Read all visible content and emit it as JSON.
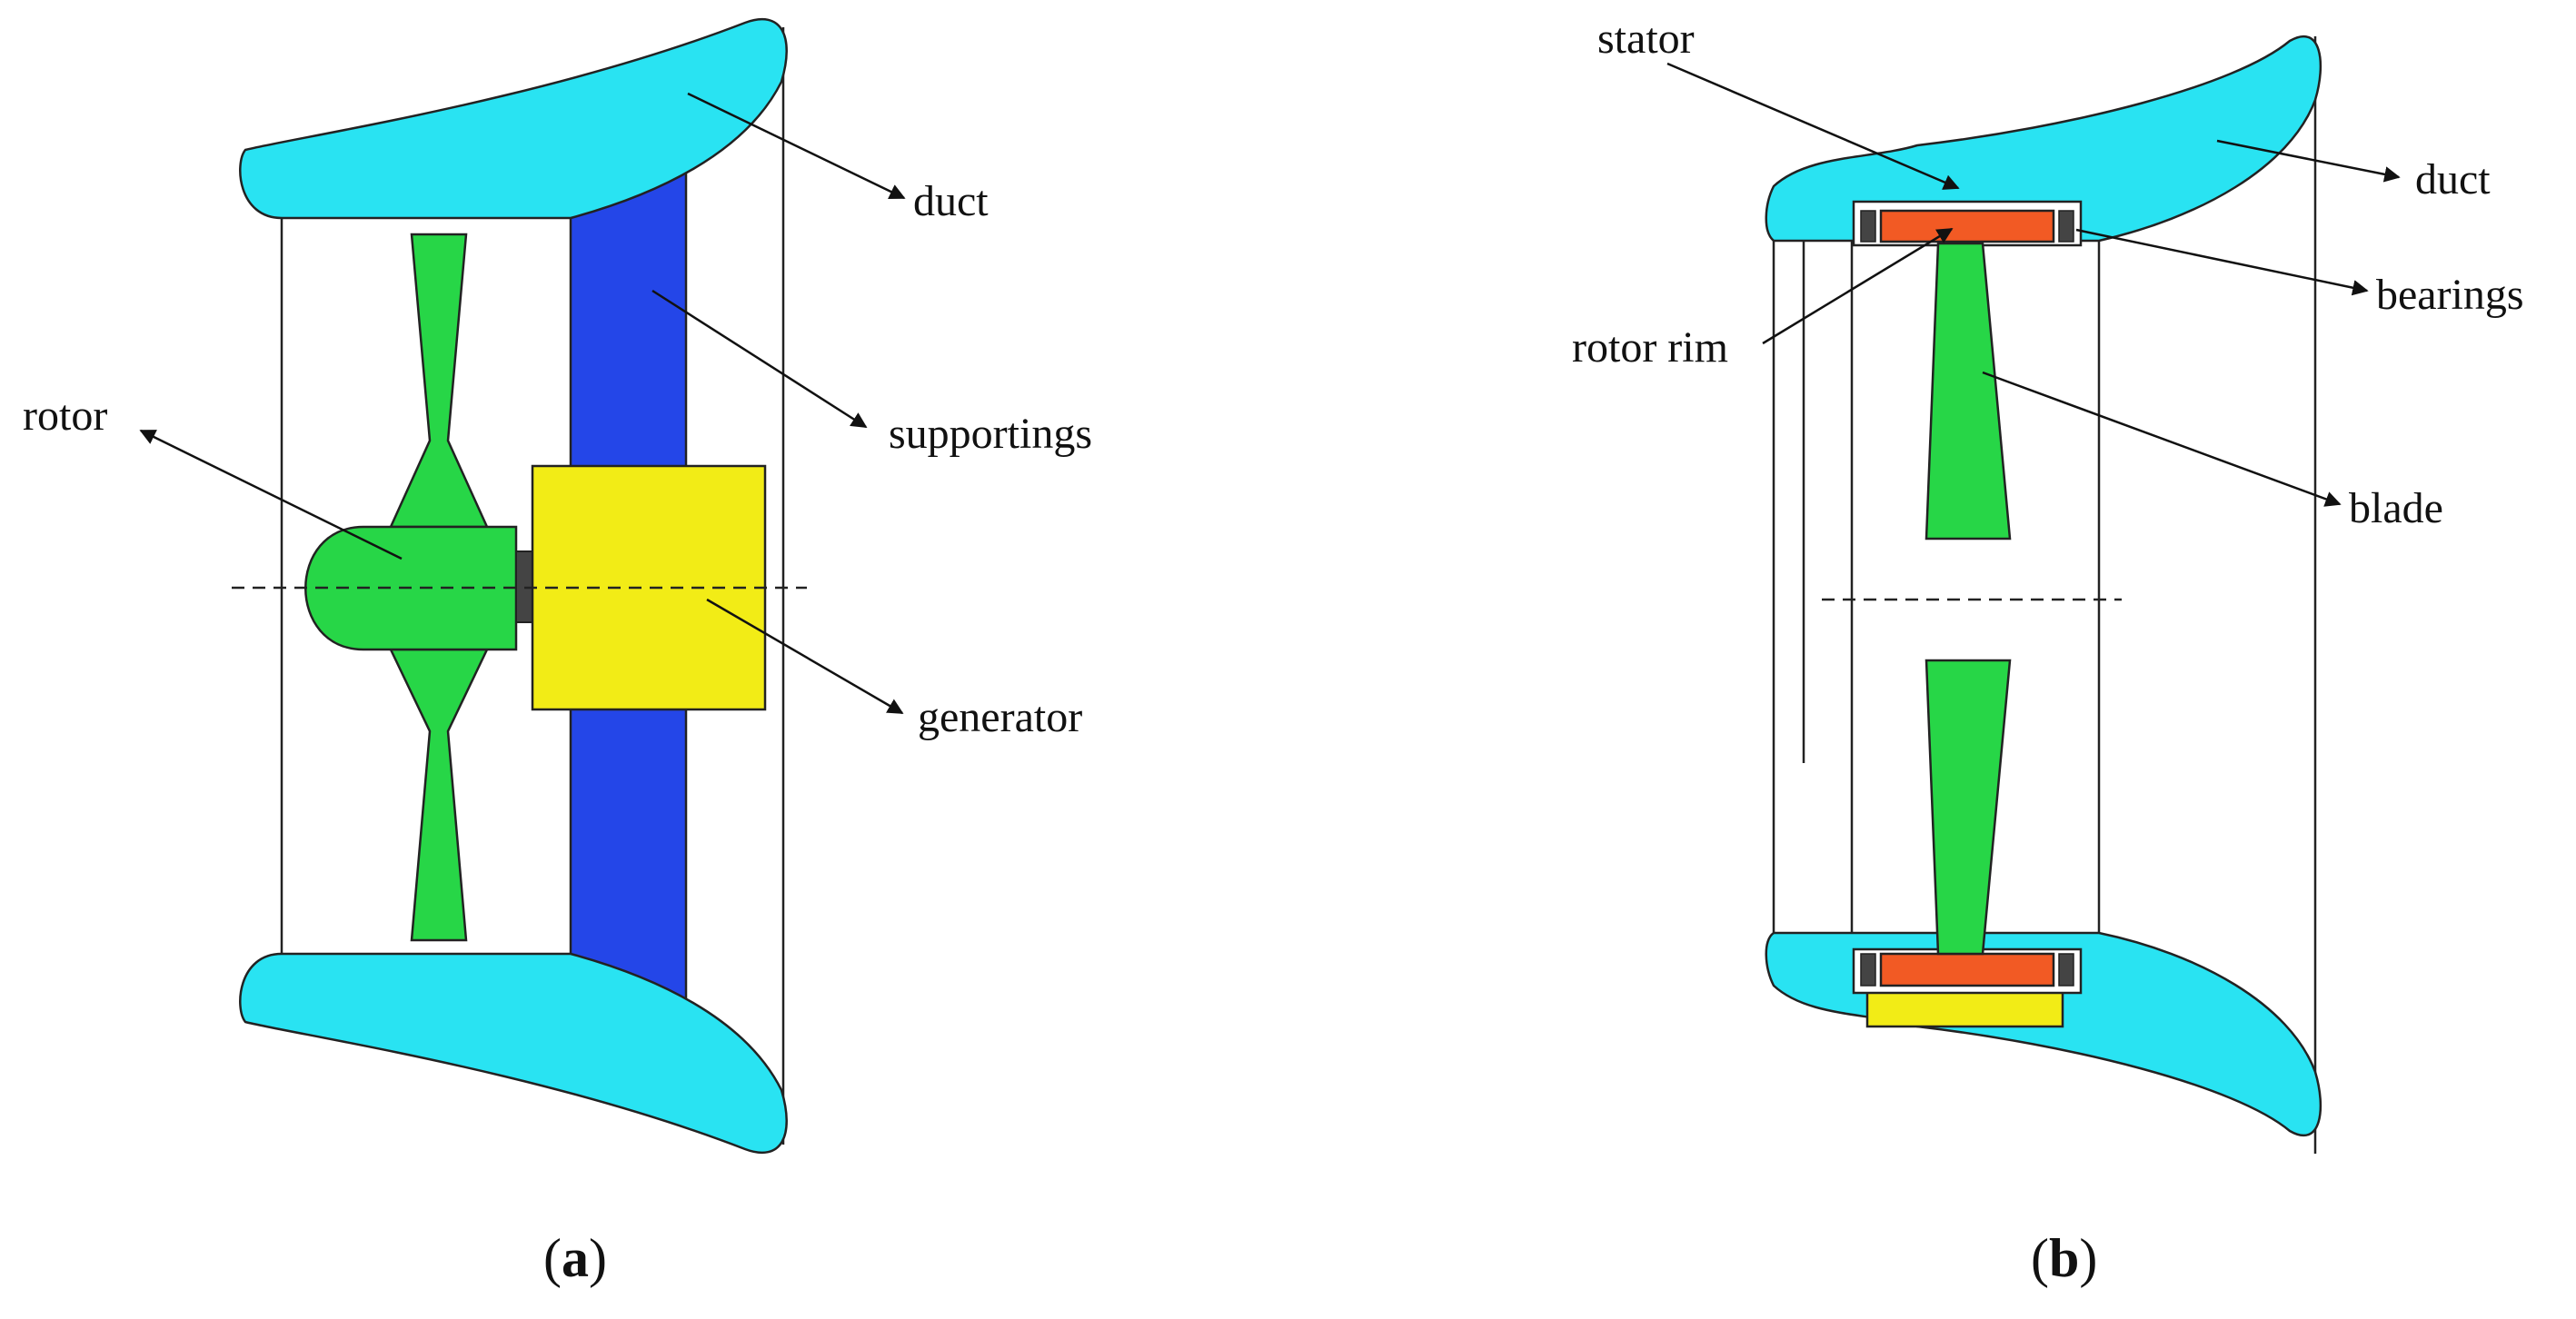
{
  "colors": {
    "duct": "#29e3f2",
    "rotor": "#27d647",
    "supportings": "#2446e8",
    "generator": "#f2ec16",
    "stator": "#f2ec16",
    "rotor_rim": "#f25a24",
    "bearings": "#444444",
    "lines": "#222222"
  },
  "panel_a": {
    "labels": {
      "duct": "duct",
      "supportings": "supportings",
      "rotor": "rotor",
      "generator": "generator"
    },
    "caption": {
      "open": "(",
      "letter": "a",
      "close": ")"
    }
  },
  "panel_b": {
    "labels": {
      "stator": "stator",
      "duct": "duct",
      "bearings": "bearings",
      "rotor_rim": "rotor rim",
      "blade": "blade"
    },
    "caption": {
      "open": "(",
      "letter": "b",
      "close": ")"
    }
  }
}
